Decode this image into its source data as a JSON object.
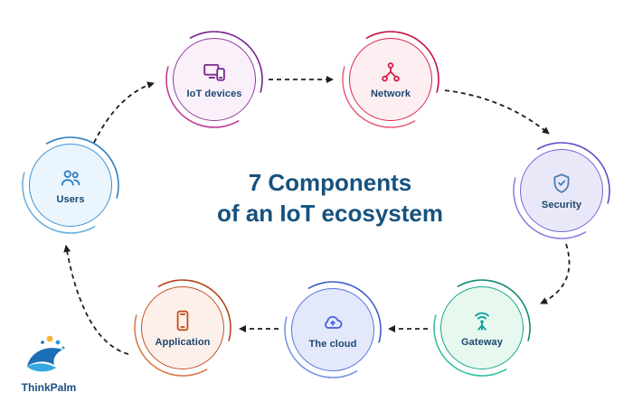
{
  "title": {
    "line1": "7 Components",
    "line2": "of an IoT ecosystem",
    "color": "#16527e"
  },
  "nodes": [
    {
      "id": "iot-devices",
      "label": "IoT devices",
      "fill": "#faf0fa",
      "stroke": "#8e3a9e",
      "arc": "#7a1f8e",
      "arc2": "#c03a9a",
      "icon_color": "#7a2a8e"
    },
    {
      "id": "network",
      "label": "Network",
      "fill": "#fdeef1",
      "stroke": "#d6214e",
      "arc": "#c2113e",
      "arc2": "#e8647f",
      "icon_color": "#d6214e"
    },
    {
      "id": "security",
      "label": "Security",
      "fill": "#e9e8f8",
      "stroke": "#6f66d8",
      "arc": "#5a50c8",
      "arc2": "#8a82e0",
      "icon_color": "#4a7fb5"
    },
    {
      "id": "gateway",
      "label": "Gateway",
      "fill": "#e7f9ee",
      "stroke": "#17a589",
      "arc": "#118a74",
      "arc2": "#34c2a0",
      "icon_color": "#0fa0a0"
    },
    {
      "id": "the-cloud",
      "label": "The cloud",
      "fill": "#e3e9fb",
      "stroke": "#5272d8",
      "arc": "#3f5fc8",
      "arc2": "#7a93e8",
      "icon_color": "#4a68d8"
    },
    {
      "id": "application",
      "label": "Application",
      "fill": "#fdf0ea",
      "stroke": "#c2501f",
      "arc": "#b5441a",
      "arc2": "#d87a4a",
      "icon_color": "#c2501f"
    },
    {
      "id": "users",
      "label": "Users",
      "fill": "#eaf5fd",
      "stroke": "#3d8fd1",
      "arc": "#2e7fc1",
      "arc2": "#6ab0e0",
      "icon_color": "#2e7fc1"
    }
  ],
  "label_color": "#1c4670",
  "arrow_color": "#1f1f1f",
  "logo": {
    "text": "ThinkPalm",
    "color": "#1b4f82"
  }
}
